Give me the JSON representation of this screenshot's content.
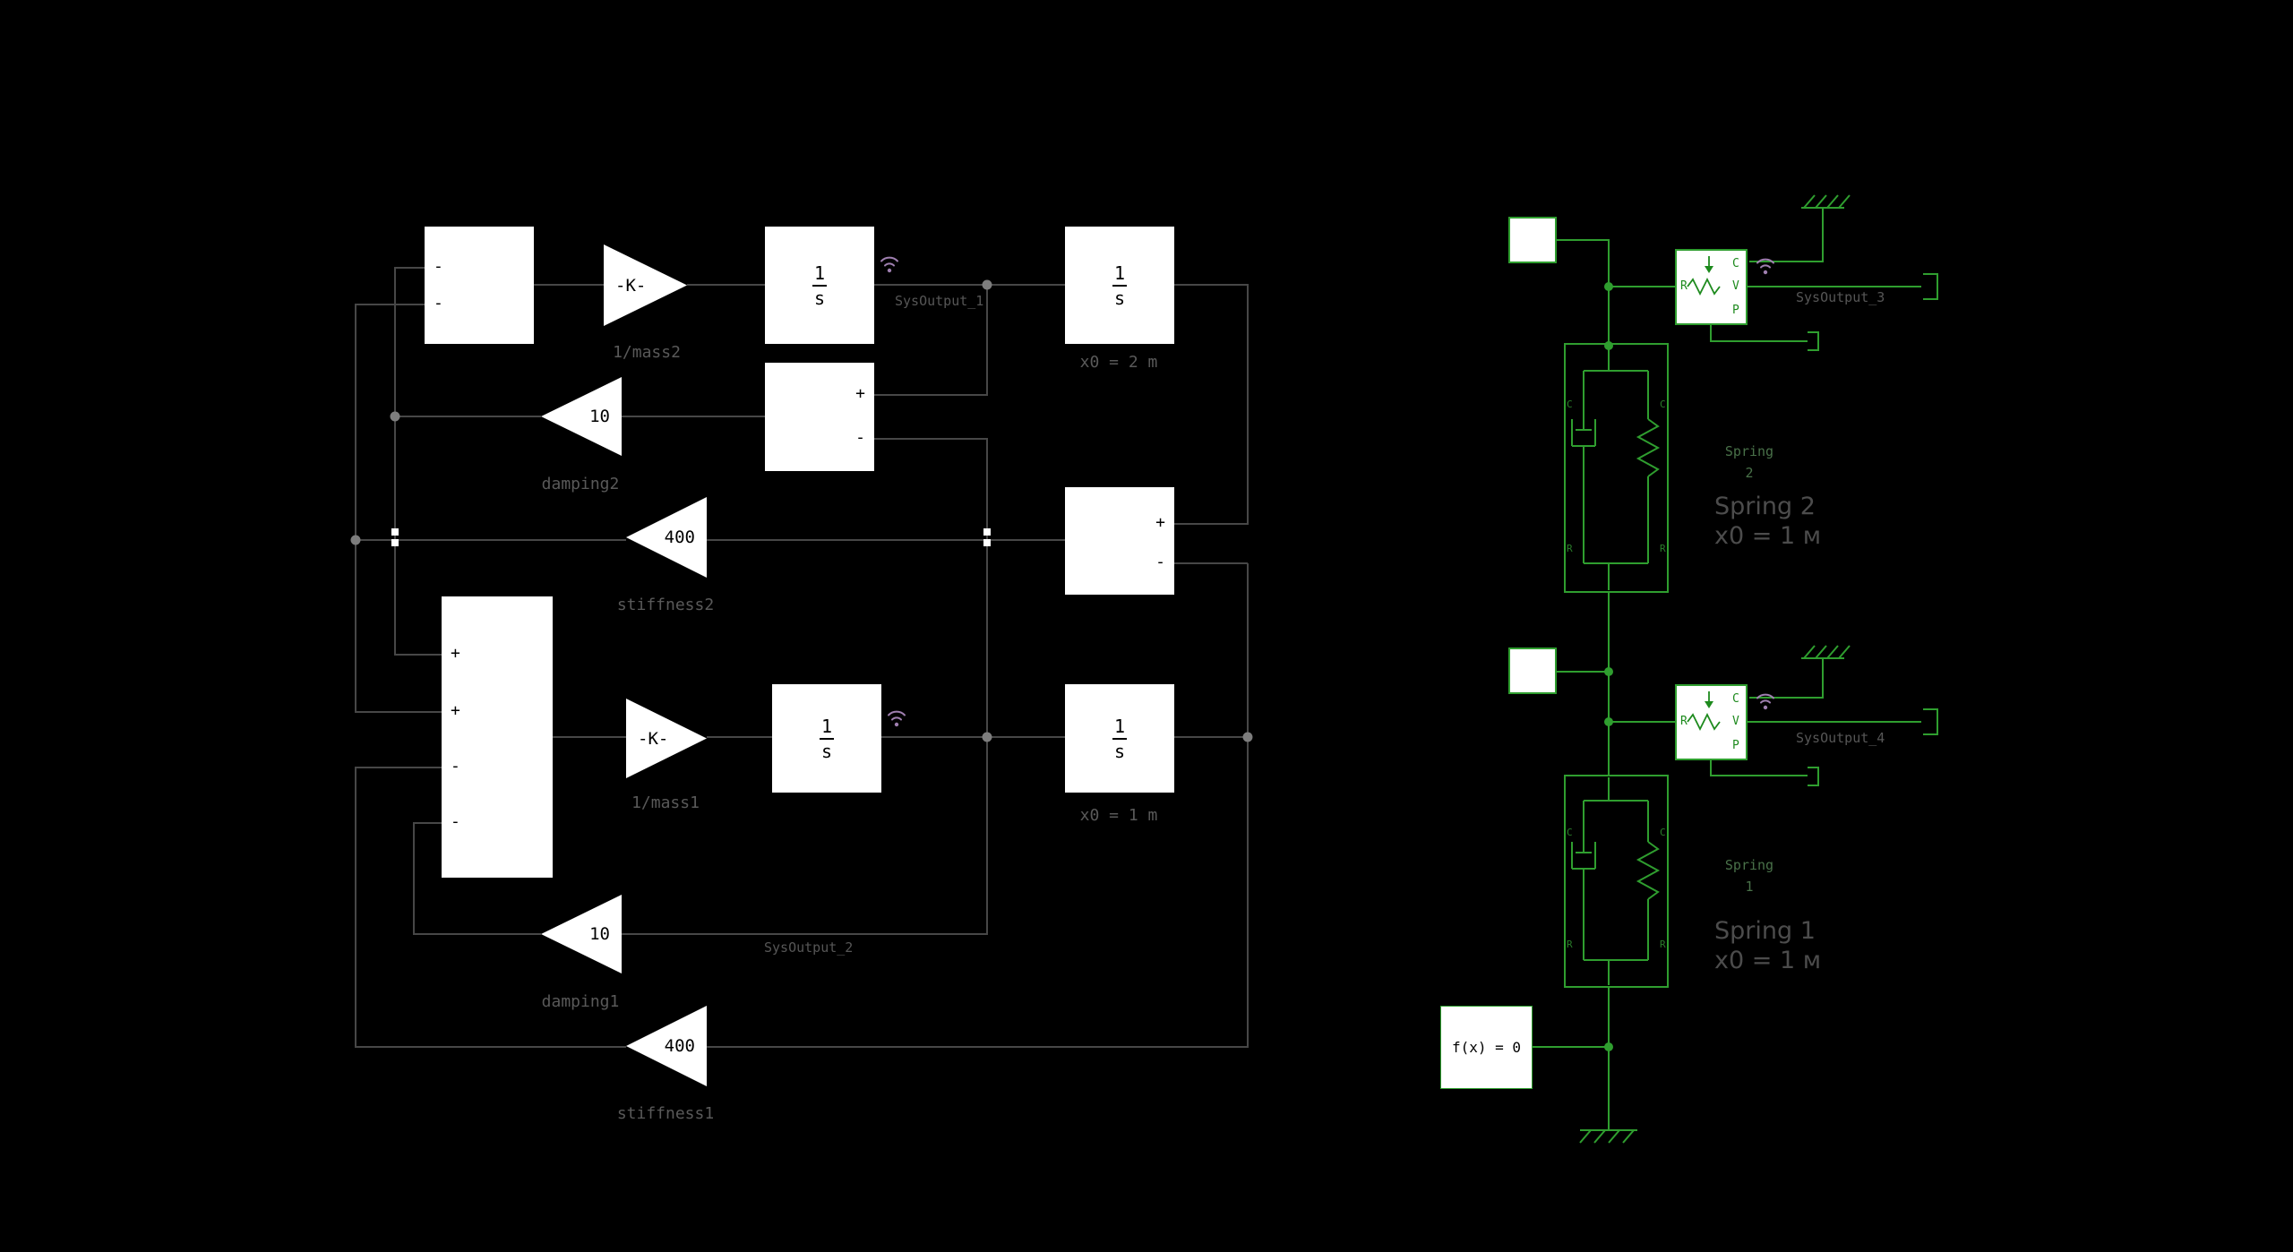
{
  "colors": {
    "background": "#000000",
    "signal_wire_gray": "#474747",
    "block_fill": "#ffffff",
    "physical_green": "#2f9e2f",
    "label_gray": "#595959",
    "annotation_gray": "#4c4c4c",
    "wifi_badge": "#9f7fb0"
  },
  "left": {
    "sum_mass2": {
      "sign1": "-",
      "sign2": "-"
    },
    "gain_mass2": {
      "value": "-K-",
      "label": "1/mass2"
    },
    "int_v2": {
      "num": "1",
      "den": "s"
    },
    "log1": "SysOutput_1",
    "int_x2": {
      "num": "1",
      "den": "s",
      "label": "x0 = 2 m"
    },
    "gain_damping2": {
      "value": "10",
      "label": "damping2"
    },
    "sum_vel": {
      "sign1": "+",
      "sign2": "-"
    },
    "gain_stiffness2": {
      "value": "400",
      "label": "stiffness2"
    },
    "sum_pos": {
      "sign1": "+",
      "sign2": "-"
    },
    "sum_mass1": {
      "sign1": "+",
      "sign2": "+",
      "sign3": "-",
      "sign4": "-"
    },
    "gain_mass1": {
      "value": "-K-",
      "label": "1/mass1"
    },
    "int_v1": {
      "num": "1",
      "den": "s"
    },
    "log2": "SysOutput_2",
    "int_x1": {
      "num": "1",
      "den": "s",
      "label": "x0 = 1 m"
    },
    "gain_damping1": {
      "value": "10",
      "label": "damping1"
    },
    "gain_stiffness1": {
      "value": "400",
      "label": "stiffness1"
    }
  },
  "right": {
    "sensor_top": {
      "r": "R",
      "c": "C",
      "v": "V",
      "p": "P",
      "log": "SysOutput_3"
    },
    "sensor_bottom": {
      "r": "R",
      "c": "C",
      "v": "V",
      "p": "P",
      "log": "SysOutput_4"
    },
    "spring2": {
      "name_line1": "Spring",
      "name_line2": "2",
      "port_c": "C",
      "port_r": "R",
      "annotation_line1": "Spring 2",
      "annotation_line2": "x0 = 1 м"
    },
    "spring1": {
      "name_line1": "Spring",
      "name_line2": "1",
      "port_c": "C",
      "port_r": "R",
      "annotation_line1": "Spring 1",
      "annotation_line2": "x0 = 1 м"
    },
    "solver": {
      "label": "f(x) = 0"
    }
  }
}
